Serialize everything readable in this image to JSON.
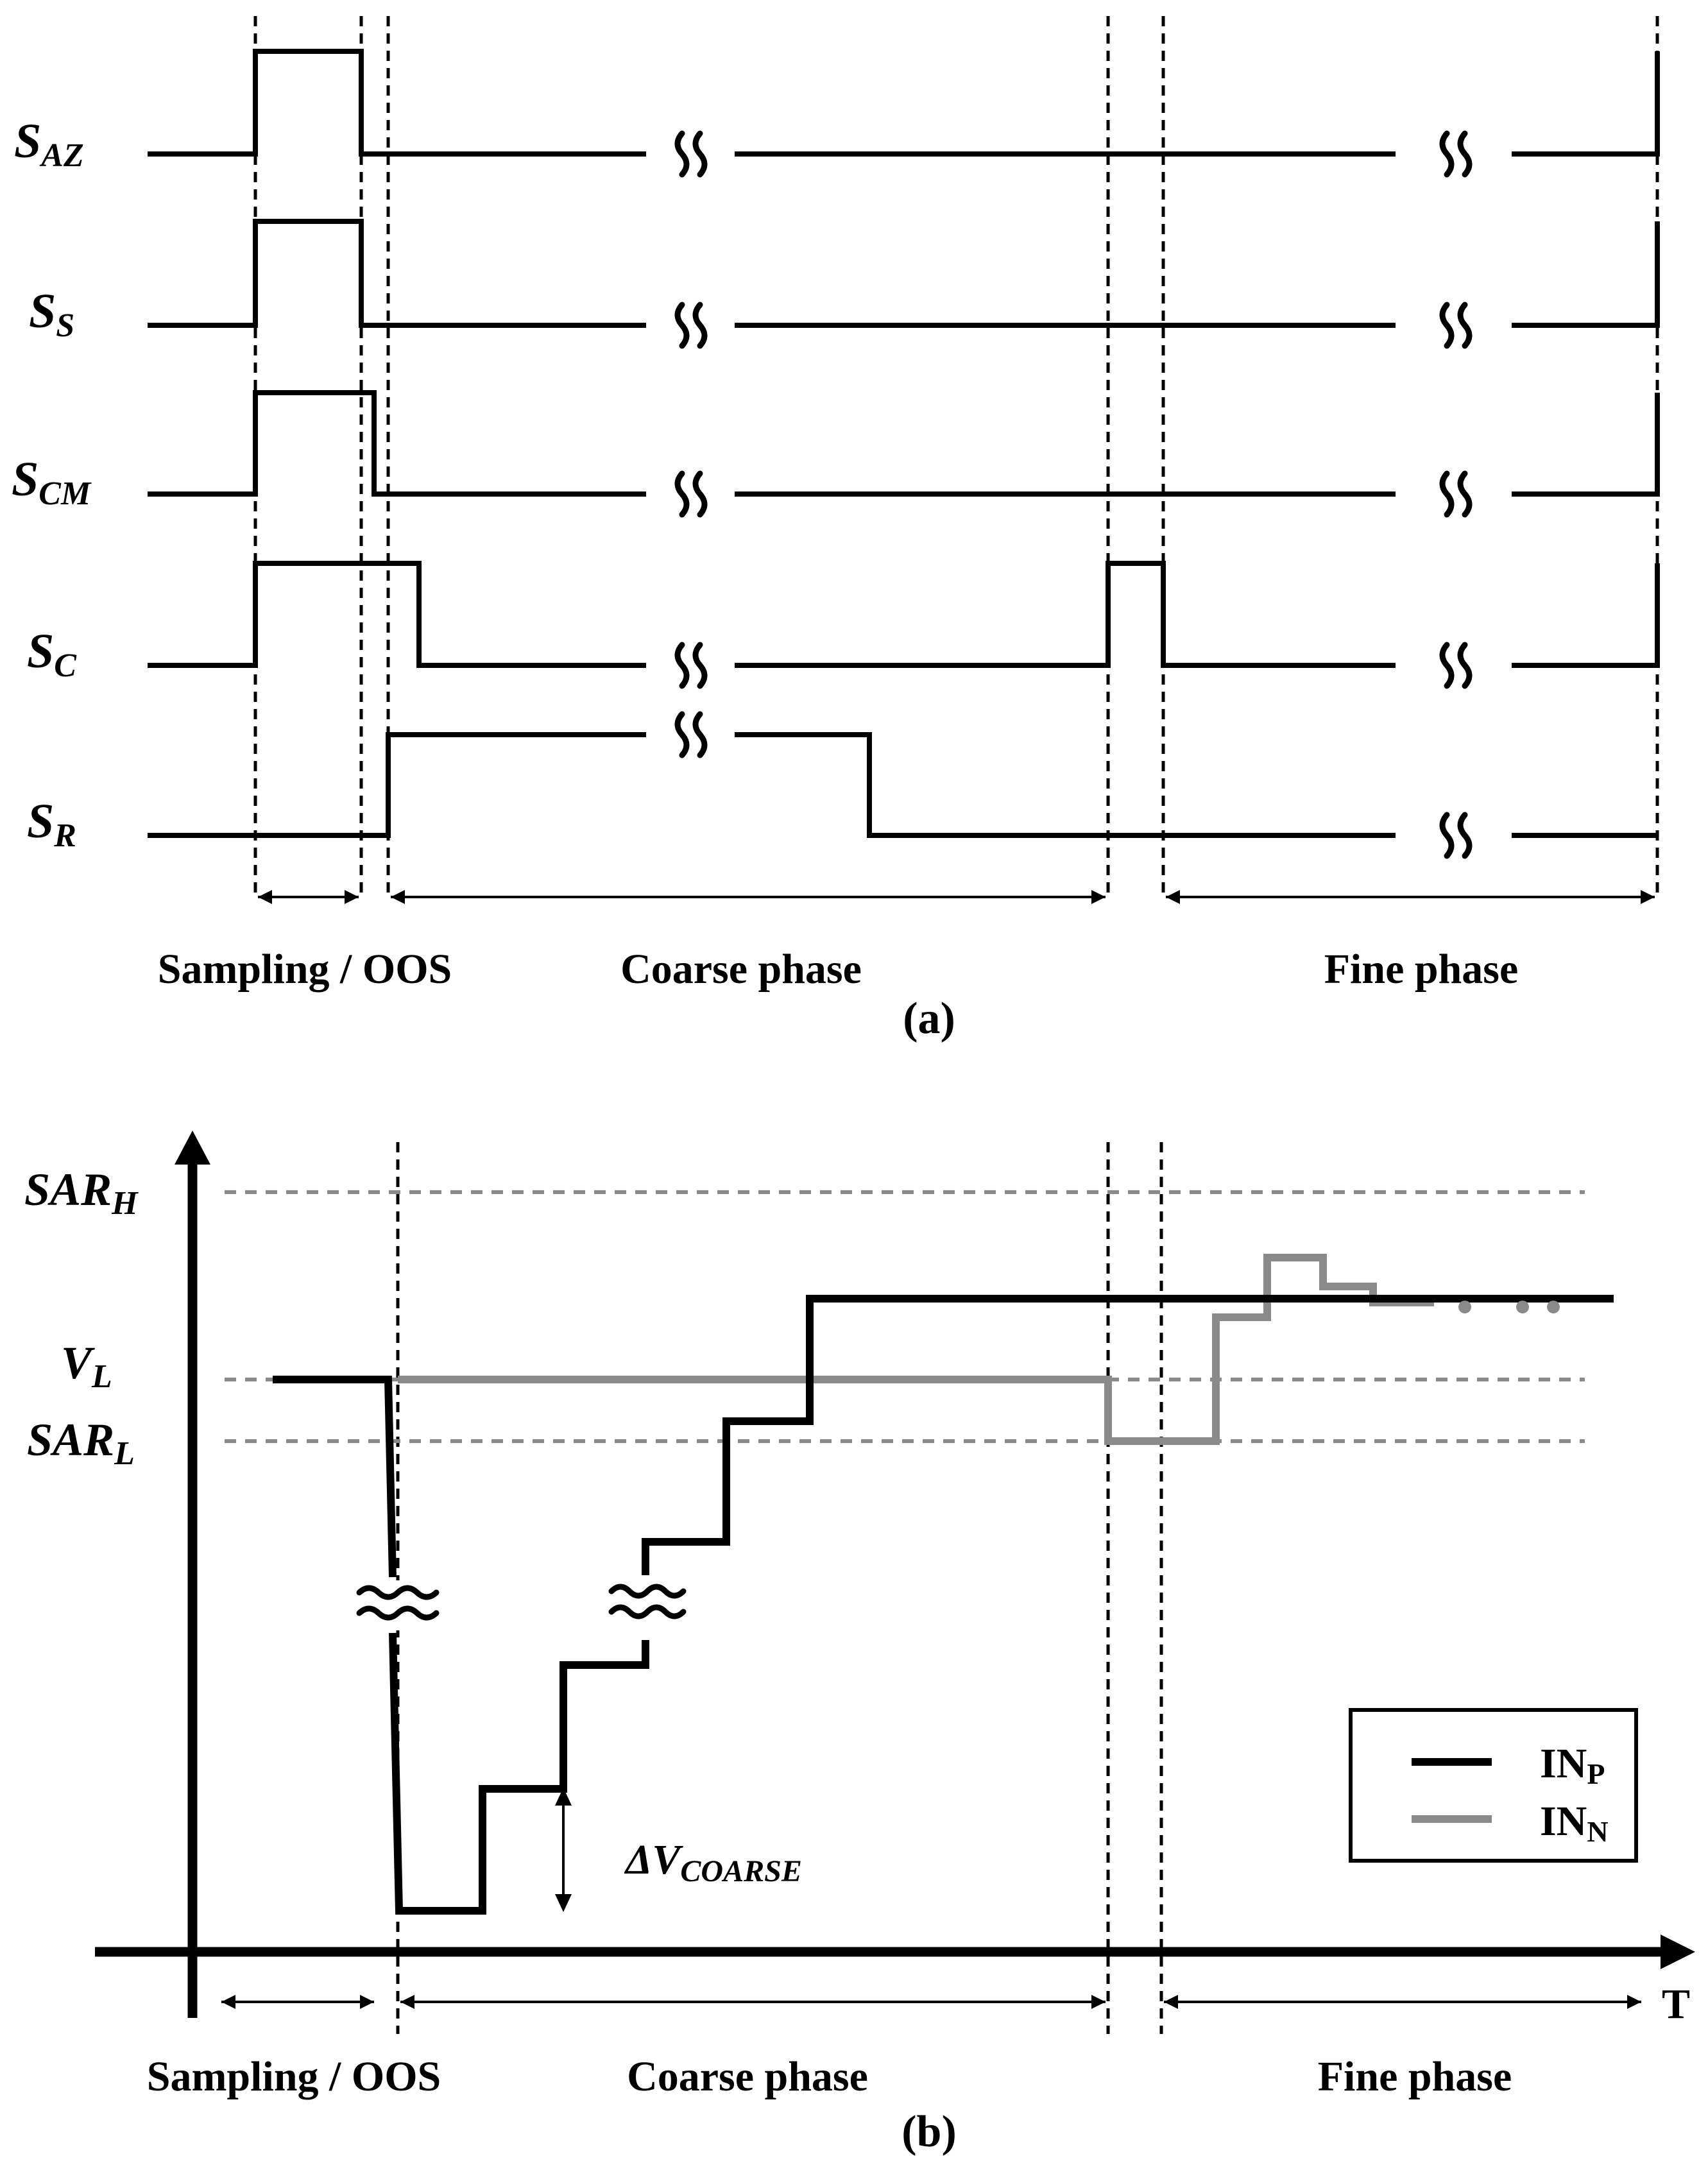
{
  "panel_a": {
    "signals": [
      {
        "main": "S",
        "sub": "AZ"
      },
      {
        "main": "S",
        "sub": "S"
      },
      {
        "main": "S",
        "sub": "CM"
      },
      {
        "main": "S",
        "sub": "C"
      },
      {
        "main": "S",
        "sub": "R"
      }
    ],
    "phases": [
      "Sampling / OOS",
      "Coarse phase",
      "Fine phase"
    ],
    "caption": "(a)"
  },
  "panel_b": {
    "ylabels": [
      {
        "main": "SAR",
        "sub": "H"
      },
      {
        "main": "V",
        "sub": "L"
      },
      {
        "main": "SAR",
        "sub": "L"
      }
    ],
    "delta": {
      "main": "ΔV",
      "sub": "COARSE"
    },
    "axis_t": "T",
    "phases": [
      "Sampling / OOS",
      "Coarse phase",
      "Fine phase"
    ],
    "caption": "(b)",
    "legend": [
      {
        "main": "IN",
        "sub": "P",
        "color": "#000000"
      },
      {
        "main": "IN",
        "sub": "N",
        "color": "#8a8a8a"
      }
    ]
  }
}
